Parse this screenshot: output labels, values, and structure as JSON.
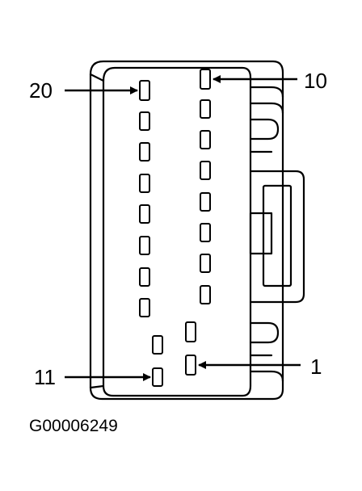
{
  "callouts": {
    "pin_20": "20",
    "pin_10": "10",
    "pin_11": "11",
    "pin_1": "1"
  },
  "figure_code": "G00006249",
  "colors": {
    "line": "#000000",
    "background": "#ffffff"
  },
  "connector": {
    "pin_count": 20,
    "left_column_pins": "11-20",
    "right_column_pins": "1-10"
  }
}
